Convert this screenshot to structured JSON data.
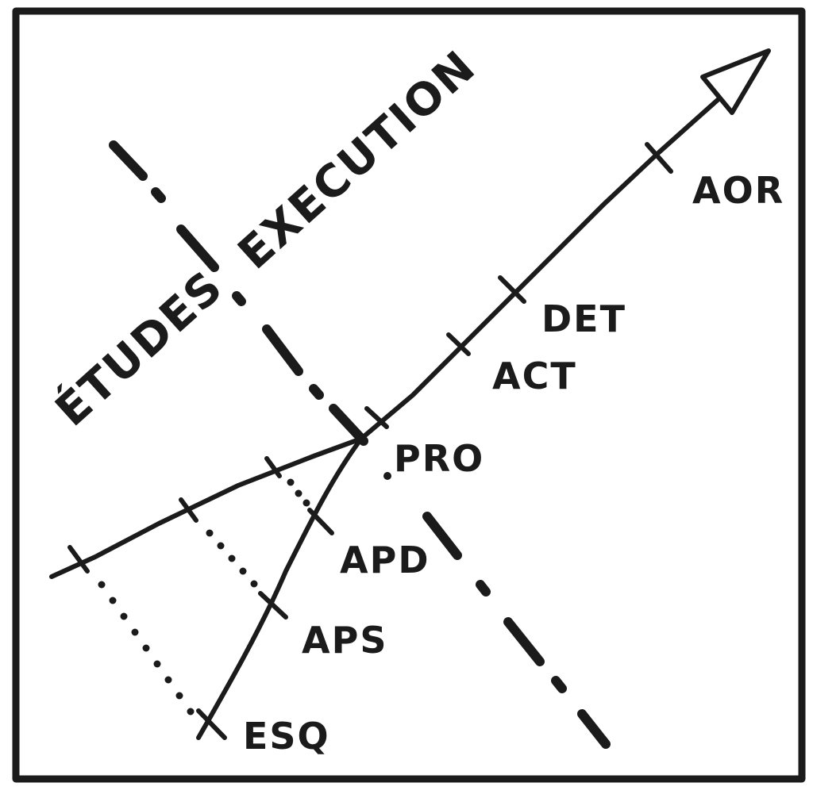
{
  "labels": {
    "execution": "EXECUTION",
    "etudes": "ÉTUDES",
    "aor": "AOR",
    "det": "DET",
    "act": "ACT",
    "pro": "PRO",
    "apd": "APD",
    "aps": "APS",
    "esq": "ESQ"
  },
  "colors": {
    "ink": "#1b1b1b",
    "paper": "#ffffff"
  }
}
